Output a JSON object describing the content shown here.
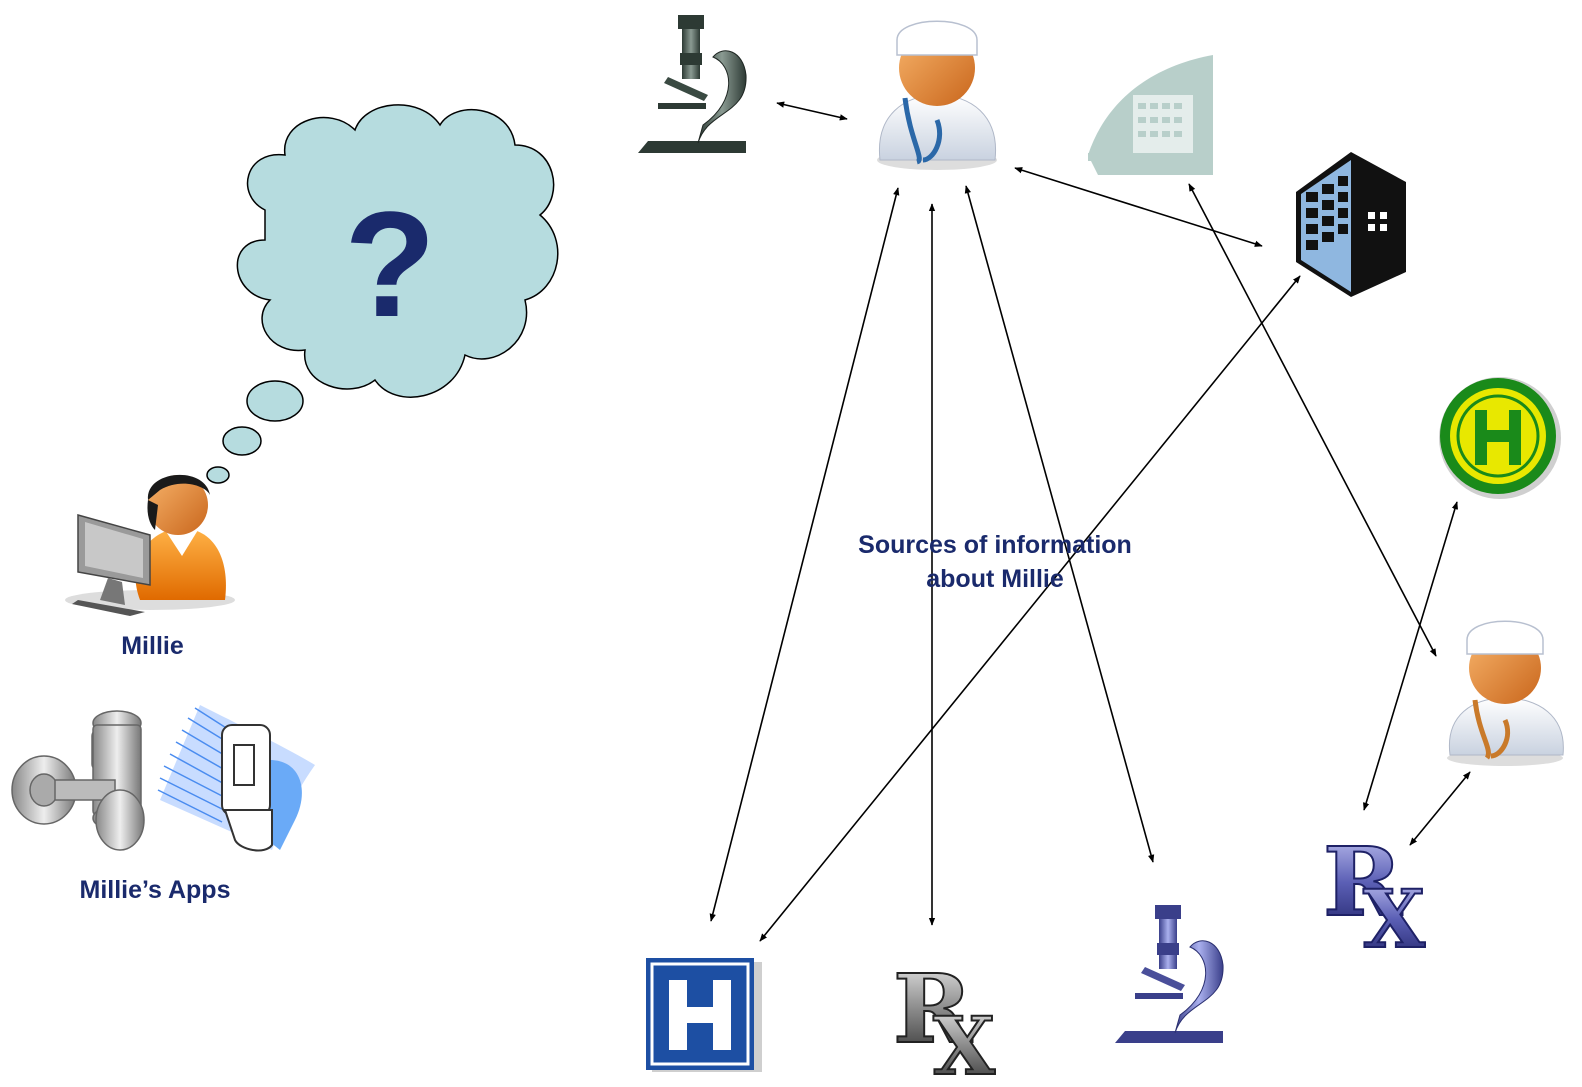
{
  "labels": {
    "millie": "Millie",
    "millies_apps": "Millie’s Apps",
    "sources_line1": "Sources of information",
    "sources_line2": "about Millie",
    "question_mark": "?"
  },
  "icons": {
    "thought_bubble": "thought-cloud-icon",
    "user": "user-at-computer-icon",
    "apps": [
      "dumbbell-icon",
      "inhaler-icon"
    ],
    "doctors": [
      "doctor-icon"
    ],
    "microscopes": [
      "microscope-icon"
    ],
    "hospitals": [
      "hospital-h-sign-icon",
      "round-h-sign-icon",
      "office-building-icon",
      "faded-building-icon"
    ],
    "pharmacies": [
      "rx-icon"
    ]
  },
  "colors": {
    "label_text": "#1a2a6c",
    "cloud_fill": "#b6dcdf",
    "question_mark": "#1a2a6c",
    "arrows": "#000000",
    "hospital_sign": "#1d4fa3",
    "round_sign_ring": "#1a8a1a",
    "round_sign_fill": "#e8e800"
  }
}
